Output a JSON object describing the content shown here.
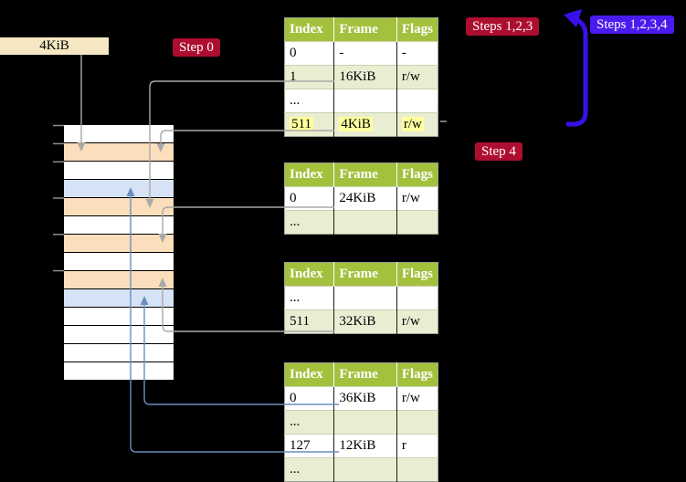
{
  "labels": {
    "frame_box": "4KiB"
  },
  "badges": {
    "step0": {
      "label": "Step 0",
      "color": "#AD0E2F"
    },
    "steps123": {
      "label": "Steps 1,2,3",
      "color": "#AD0E2F"
    },
    "steps1234": {
      "label": "Steps 1,2,3,4",
      "color": "#4A1AEF"
    },
    "step4": {
      "label": "Step 4",
      "color": "#AD0E2F"
    }
  },
  "memory_column": {
    "row_fills": [
      "#FFFFFF",
      "#FBDEBC",
      "#FFFFFF",
      "#D6E3F6",
      "#FBDEBC",
      "#FFFFFF",
      "#FBDEBC",
      "#FFFFFF",
      "#FBDEBC",
      "#D6E3F6",
      "#FFFFFF",
      "#FFFFFF",
      "#FFFFFF",
      "#FFFFFF"
    ]
  },
  "tables": [
    {
      "headers": [
        "Index",
        "Frame",
        "Flags"
      ],
      "rows": [
        {
          "cells": [
            "0",
            "-",
            "-"
          ]
        },
        {
          "cells": [
            "1",
            "16KiB",
            "r/w"
          ]
        },
        {
          "cells": [
            "...",
            "",
            ""
          ]
        },
        {
          "cells": [
            "511",
            "4KiB",
            "r/w"
          ],
          "highlighted": true
        }
      ]
    },
    {
      "headers": [
        "Index",
        "Frame",
        "Flags"
      ],
      "rows": [
        {
          "cells": [
            "0",
            "24KiB",
            "r/w"
          ]
        },
        {
          "cells": [
            "...",
            "",
            ""
          ]
        }
      ]
    },
    {
      "headers": [
        "Index",
        "Frame",
        "Flags"
      ],
      "rows": [
        {
          "cells": [
            "...",
            "",
            ""
          ]
        },
        {
          "cells": [
            "511",
            "32KiB",
            "r/w"
          ]
        }
      ]
    },
    {
      "headers": [
        "Index",
        "Frame",
        "Flags"
      ],
      "rows": [
        {
          "cells": [
            "0",
            "36KiB",
            "r/w"
          ]
        },
        {
          "cells": [
            "...",
            "",
            ""
          ]
        },
        {
          "cells": [
            "127",
            "12KiB",
            "r"
          ]
        },
        {
          "cells": [
            "...",
            "",
            ""
          ]
        }
      ]
    }
  ],
  "connections": [
    {
      "from": "frame-box-label",
      "to": "memory-row-2",
      "color": "gray"
    },
    {
      "from": "table1-index-1",
      "to": "memory-row-5",
      "color": "gray"
    },
    {
      "from": "table1-index-511",
      "to": "memory-row-2",
      "color": "gray"
    },
    {
      "from": "table2-index-0",
      "to": "memory-row-7",
      "color": "gray"
    },
    {
      "from": "table3-index-511",
      "to": "memory-row-9",
      "color": "gray"
    },
    {
      "from": "table4-index-0",
      "to": "memory-row-10",
      "color": "blue"
    },
    {
      "from": "table4-index-127",
      "to": "memory-row-4",
      "color": "blue"
    },
    {
      "from": "table1-bottom-right",
      "to": "table1-top",
      "color": "indigo-loop"
    }
  ],
  "colors": {
    "background": "#000000",
    "badge_red": "#AD0E2F",
    "badge_blue": "#4A1AEF",
    "loop_arrow": "#3A10E9",
    "table_header_bg": "#A3C13D",
    "table_row_green": "#E9EED3",
    "highlight_yellow": "#FFFF9E",
    "frame_peach": "#FBDEBC",
    "frame_blue": "#D6E3F6",
    "label_box_bg": "#F7E8C4",
    "gray_connector": "#A8A8A8",
    "blue_connector": "#6C8EBF"
  }
}
